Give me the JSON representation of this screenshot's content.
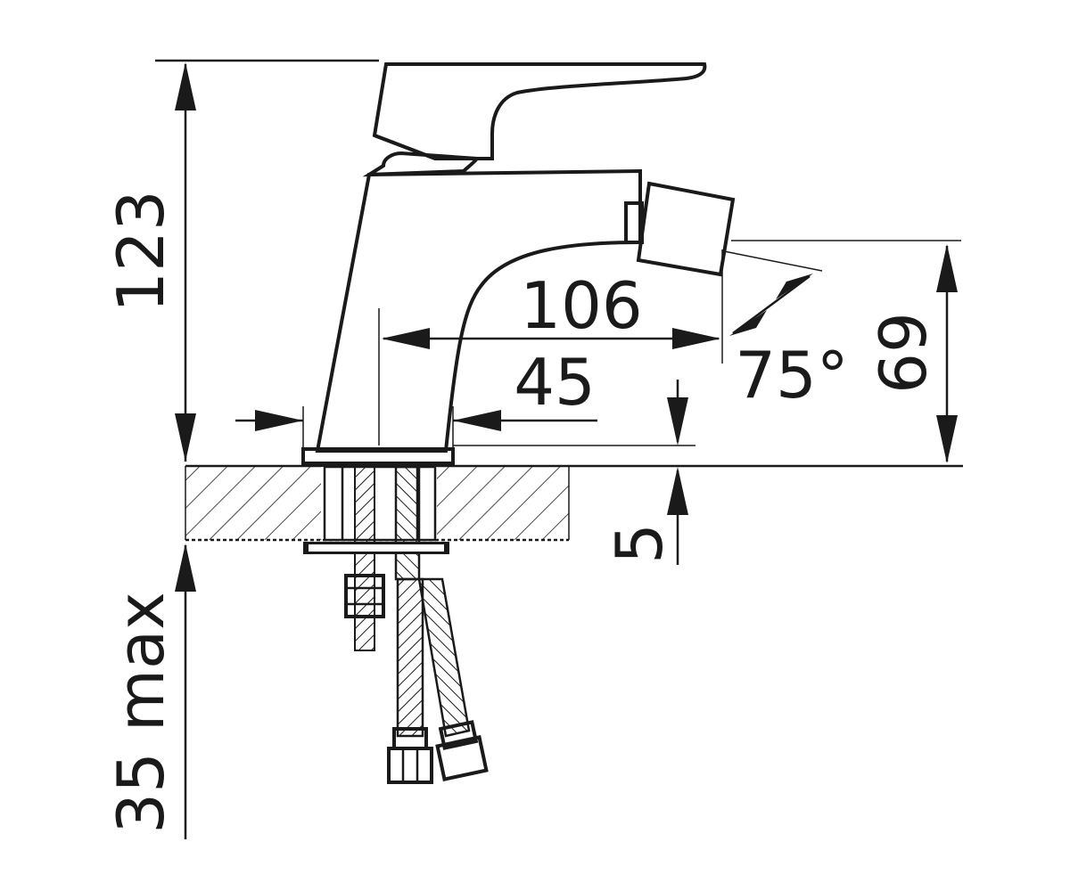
{
  "dimensions": {
    "total_height": "123",
    "spout_projection": "106",
    "base_width": "45",
    "outlet_height": "69",
    "spray_angle": "75°",
    "base_plate": "5",
    "max_deck_thickness": "35 max"
  }
}
